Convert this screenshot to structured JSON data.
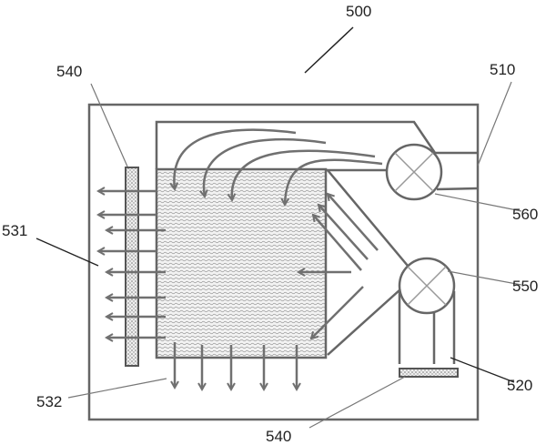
{
  "labels": {
    "system": "500",
    "inlet": "510",
    "fan_upper": "560",
    "fan_lower": "550",
    "duct_lower": "520",
    "filter_left": "540",
    "filter_bottom": "540",
    "side_outlet": "531",
    "bottom_outlet": "532"
  },
  "colors": {
    "line": "#666666",
    "arrow": "#707070",
    "text": "#222222"
  }
}
